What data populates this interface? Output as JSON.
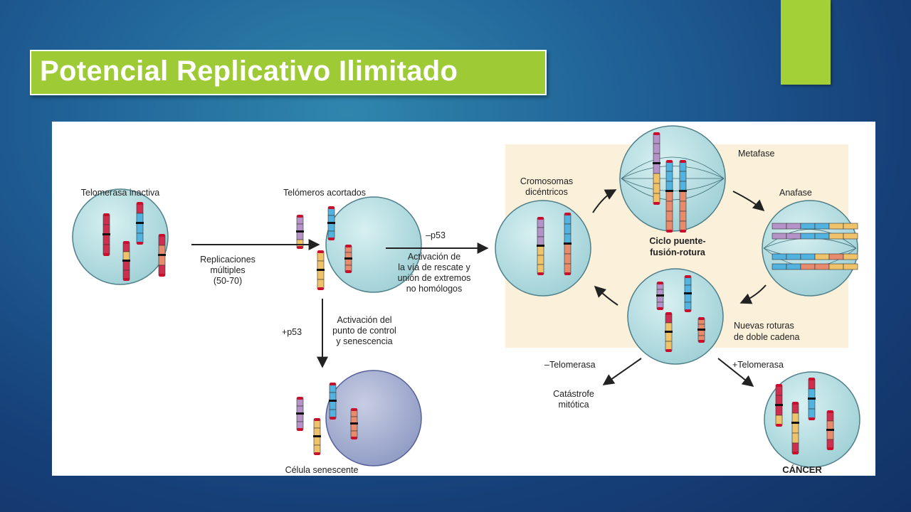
{
  "slide": {
    "title": "Potencial Replicativo Ilimitado"
  },
  "diagram": {
    "labels": {
      "telomerasa_inactiva": "Telomerasa inactiva",
      "telomeros_acortados": "Telómeros acortados",
      "replicaciones_1": "Replicaciones",
      "replicaciones_2": "múltiples",
      "replicaciones_3": "(50-70)",
      "minus_p53": "–p53",
      "activacion_via_1": "Activación de",
      "activacion_via_2": "la vía de rescate y",
      "activacion_via_3": "unión de extremos",
      "activacion_via_4": "no homólogos",
      "plus_p53": "+p53",
      "activacion_punto_1": "Activación del",
      "activacion_punto_2": "punto de control",
      "activacion_punto_3": "y senescencia",
      "celula_senescente": "Célula senescente",
      "cromosomas_1": "Cromosomas",
      "cromosomas_2": "dicéntricos",
      "metafase": "Metafase",
      "anafase": "Anafase",
      "ciclo_1": "Ciclo puente-",
      "ciclo_2": "fusión-rotura",
      "nuevas_1": "Nuevas roturas",
      "nuevas_2": "de doble cadena",
      "minus_telomerasa": "–Telomerasa",
      "plus_telomerasa": "+Telomerasa",
      "catastrofe_1": "Catástrofe",
      "catastrofe_2": "mitótica",
      "cancer": "CÁNCER"
    },
    "colors": {
      "cell_fill": "#bfe3e6",
      "cell_stroke": "#4f7f88",
      "senescent_fill": "#a9b3d2",
      "cycle_panel": "#fbf0da",
      "chrom_magenta": "#cf2f4f",
      "chrom_blue": "#52b3e0",
      "chrom_orange": "#f0c36b",
      "chrom_lilac": "#b592c8",
      "chrom_salmon": "#e88b6d",
      "telomere": "#c8102e"
    }
  }
}
